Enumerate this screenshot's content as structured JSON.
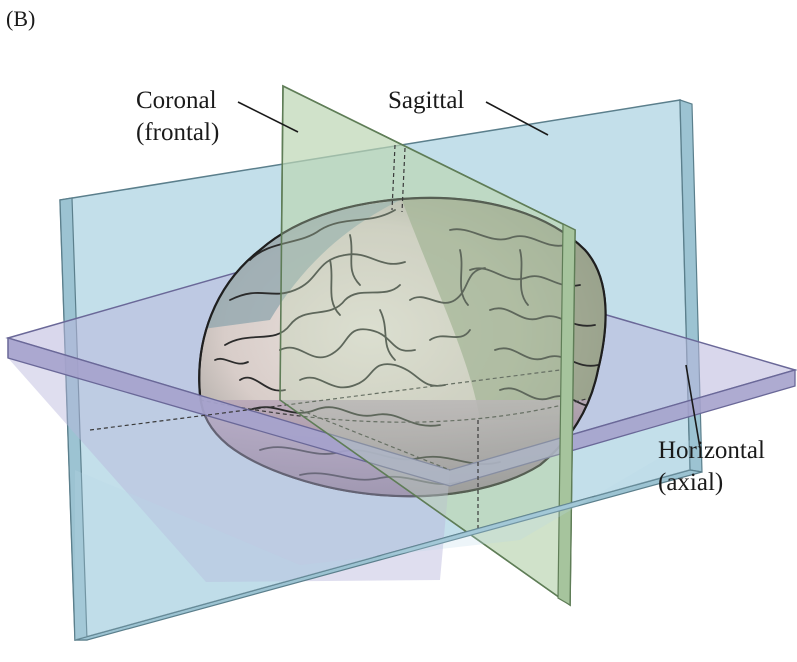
{
  "panel_letter": "(B)",
  "labels": {
    "coronal_line1": "Coronal",
    "coronal_line2": "(frontal)",
    "sagittal": "Sagittal",
    "horizontal_line1": "Horizontal",
    "horizontal_line2": "(axial)"
  },
  "colors": {
    "sagittal_plane": "#b9d9e6",
    "coronal_plane": "#bcd6b4",
    "horizontal_plane": "#b9b6dc",
    "cortex_highlight": "#e9dfdb",
    "cortex_green": "#9aa68a",
    "cortex_blue": "#8fa6ad",
    "cortex_purple": "#9c8a9e",
    "outline": "#2a2a2a"
  }
}
